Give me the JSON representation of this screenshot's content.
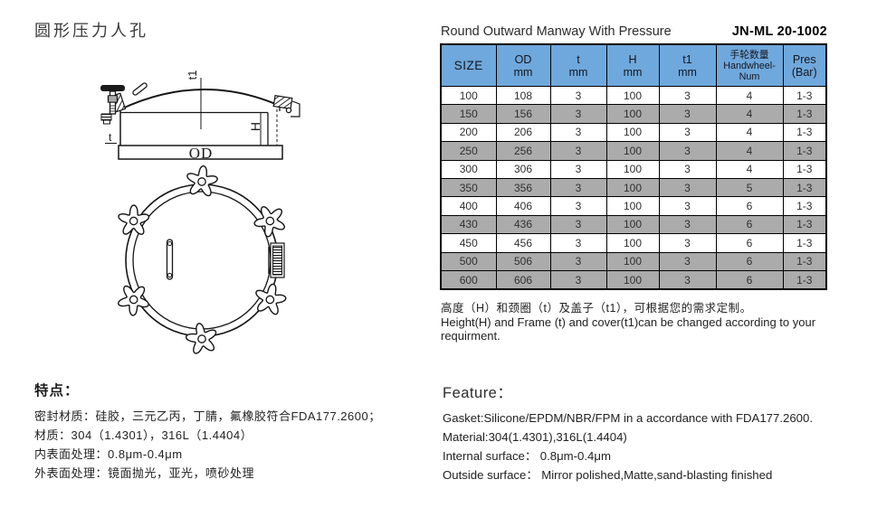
{
  "page": {
    "title_cn": "圆形压力人孔"
  },
  "drawing": {
    "labels": {
      "t1": "t1",
      "h": "H",
      "t": "t",
      "od": "OD"
    }
  },
  "table": {
    "title": "Round Outward Manway With Pressure",
    "model": "JN-ML 20-1002",
    "columns": [
      {
        "lines": [
          "SIZE"
        ]
      },
      {
        "lines": [
          "OD",
          "mm"
        ]
      },
      {
        "lines": [
          "t",
          "mm"
        ]
      },
      {
        "lines": [
          "H",
          "mm"
        ]
      },
      {
        "lines": [
          "t1",
          "mm"
        ]
      },
      {
        "lines": [
          "手轮数量",
          "Handwheel-",
          "Num"
        ],
        "small": true
      },
      {
        "lines": [
          "Pres",
          "(Bar)"
        ]
      }
    ],
    "rows": [
      [
        "100",
        "108",
        "3",
        "100",
        "3",
        "4",
        "1-3"
      ],
      [
        "150",
        "156",
        "3",
        "100",
        "3",
        "4",
        "1-3"
      ],
      [
        "200",
        "206",
        "3",
        "100",
        "3",
        "4",
        "1-3"
      ],
      [
        "250",
        "256",
        "3",
        "100",
        "3",
        "4",
        "1-3"
      ],
      [
        "300",
        "306",
        "3",
        "100",
        "3",
        "4",
        "1-3"
      ],
      [
        "350",
        "356",
        "3",
        "100",
        "3",
        "5",
        "1-3"
      ],
      [
        "400",
        "406",
        "3",
        "100",
        "3",
        "6",
        "1-3"
      ],
      [
        "430",
        "436",
        "3",
        "100",
        "3",
        "6",
        "1-3"
      ],
      [
        "450",
        "456",
        "3",
        "100",
        "3",
        "6",
        "1-3"
      ],
      [
        "500",
        "506",
        "3",
        "100",
        "3",
        "6",
        "1-3"
      ],
      [
        "600",
        "606",
        "3",
        "100",
        "3",
        "6",
        "1-3"
      ]
    ],
    "shaded_rows": [
      1,
      3,
      5,
      7,
      9,
      10
    ],
    "colors": {
      "header_bg": "#6FA8DC",
      "row_shade": "#ABABAB",
      "border": "#000000"
    }
  },
  "notes": {
    "cn": "高度（H）和颈圈（t）及盖子（t1），可根据您的需求定制。",
    "en": "Height(H) and Frame (t) and cover(t1)can be changed according to your requirment."
  },
  "features_cn": {
    "heading": "特点：",
    "lines": [
      "密封材质：硅胶，三元乙丙，丁腈，氟橡胶符合FDA177.2600；",
      "材质：304（1.4301），316L（1.4404）",
      "内表面处理：0.8μm-0.4μm",
      "外表面处理：镜面抛光，亚光，喷砂处理"
    ]
  },
  "features_en": {
    "heading": "Feature：",
    "lines": [
      "Gasket:Silicone/EPDM/NBR/FPM in a accordance with FDA177.2600.",
      "Material:304(1.4301),316L(1.4404)",
      "Internal surface： 0.8μm-0.4μm",
      "Outside surface： Mirror polished,Matte,sand-blasting finished"
    ]
  }
}
